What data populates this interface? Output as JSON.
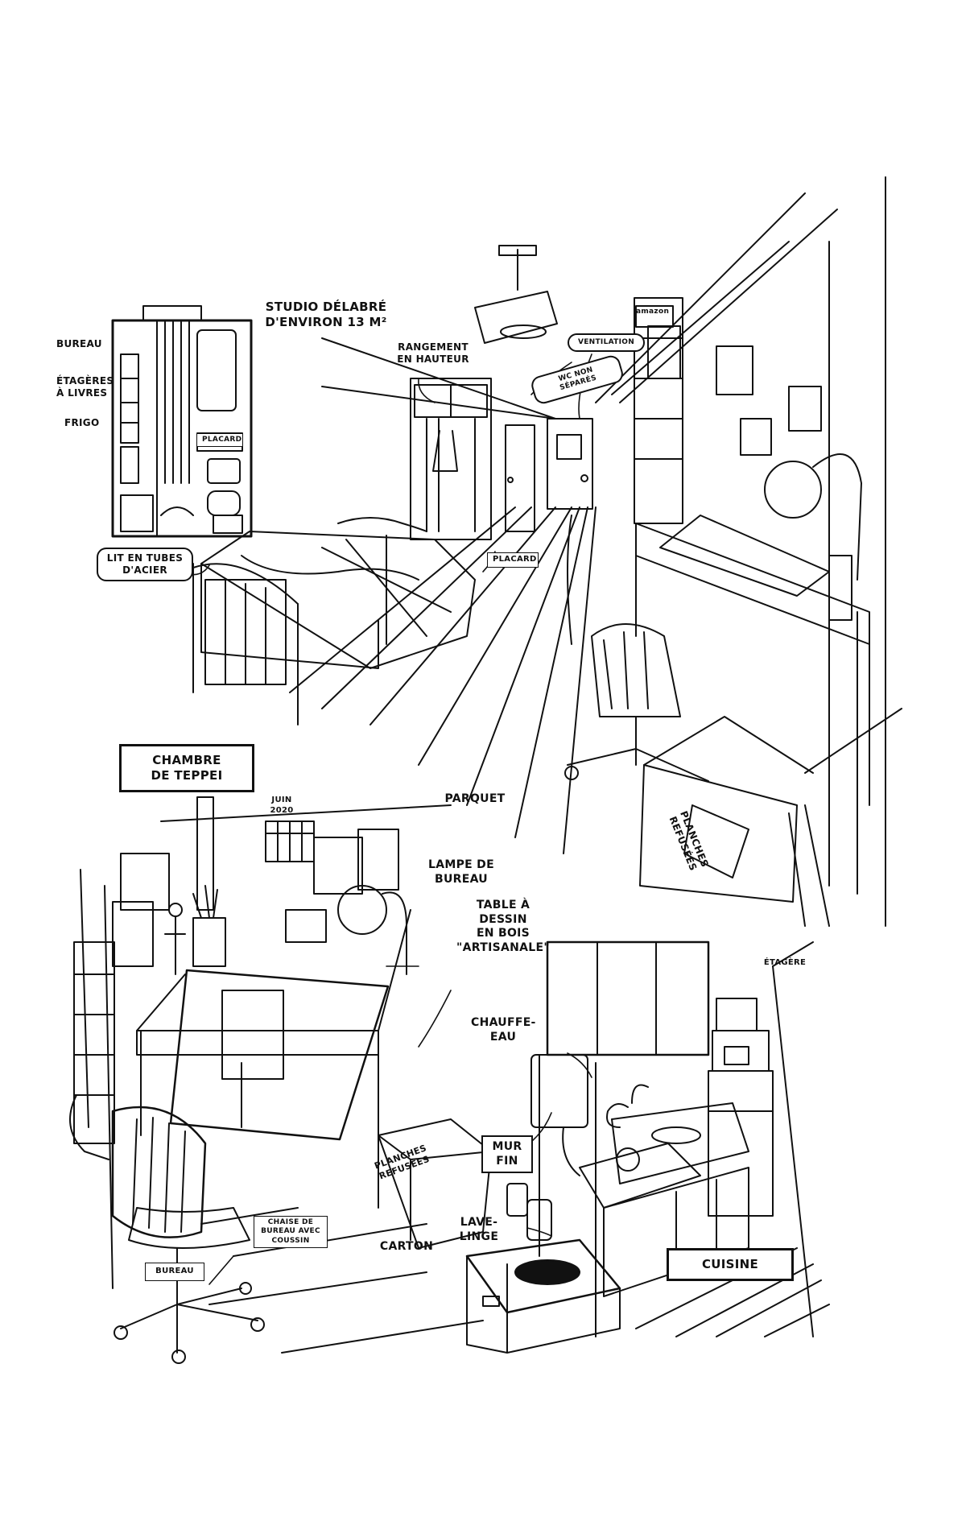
{
  "page": {
    "background": "#ffffff",
    "ink": "#111111"
  },
  "labels": {
    "studio_title": "STUDIO DÉLABRÉ\nD'ENVIRON 13 M²",
    "plan_bureau": "BUREAU",
    "plan_etageres": "ÉTAGÈRES\nÀ LIVRES",
    "plan_frigo": "FRIGO",
    "plan_placard": "PLACARD",
    "rangement": "RANGEMENT\nEN HAUTEUR",
    "wc": "WC NON SÉPARÉS",
    "ventilation": "VENTILATION",
    "amazon": "amazon",
    "lit": "LIT EN TUBES\nD'ACIER",
    "placard": "PLACARD",
    "chambre": "CHAMBRE\nDE TEPPEI",
    "parquet": "PARQUET",
    "planches_top": "PLANCHES\nREFUSÉES",
    "juin": "JUIN\n2020",
    "lampe": "LAMPE DE\nBUREAU",
    "table": "TABLE À DESSIN\nEN BOIS\n\"ARTISANALE\"",
    "chaise": "CHAISE DE\nBUREAU AVEC\nCOUSSIN",
    "bureau": "BUREAU",
    "carton": "CARTON",
    "planches_bottom": "PLANCHES\nREFUSÉES",
    "chauffe": "CHAUFFE-\nEAU",
    "mur": "MUR\nFIN",
    "lave": "LAVE-\nLINGE",
    "etagere": "ÉTAGÈRE",
    "cuisine": "CUISINE"
  }
}
